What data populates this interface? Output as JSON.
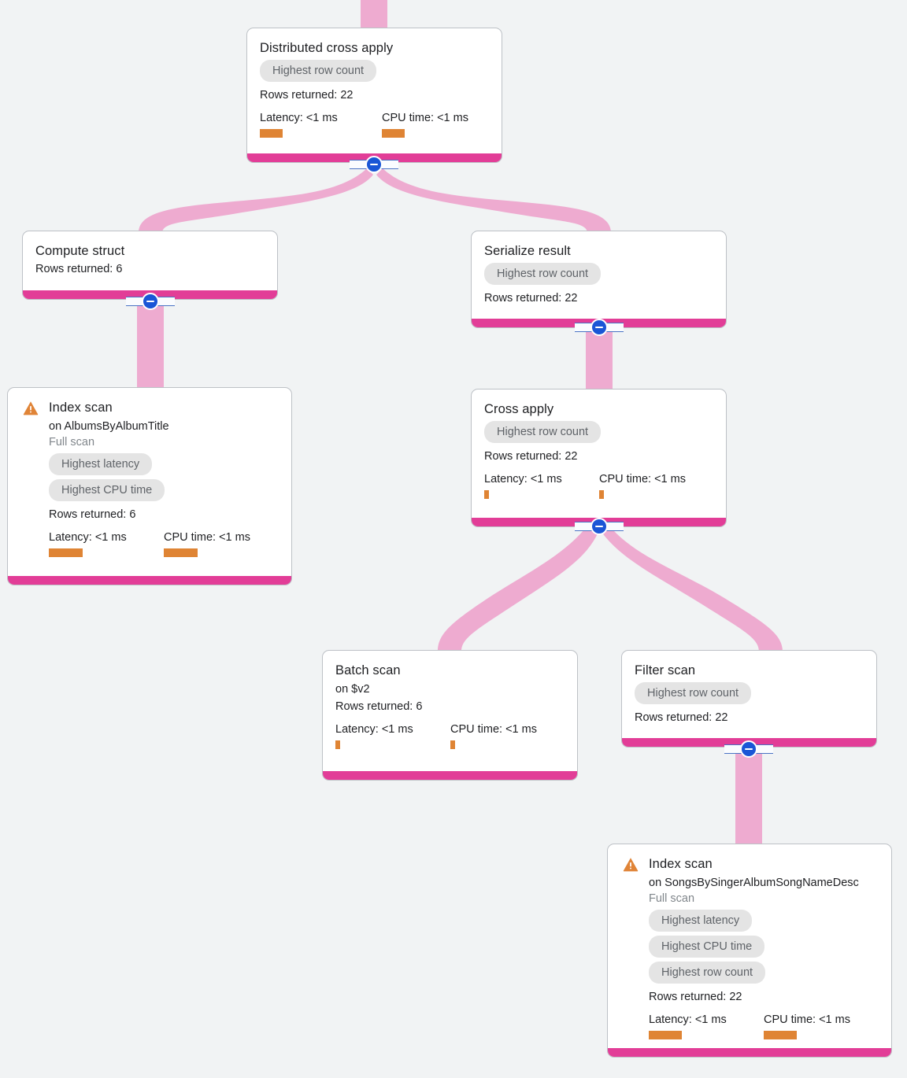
{
  "theme": {
    "background": "#f1f3f4",
    "card_bg": "#ffffff",
    "card_border": "#bdc1c6",
    "accent_footer": "#e23d97",
    "edge_ribbon": "#eeabd0",
    "metric_bar": "#df8434",
    "badge_bg": "#e4e4e4",
    "badge_text": "#5f6368",
    "toggle_fill": "#1a56d6",
    "warning_icon": "#e08437"
  },
  "labels": {
    "rows_returned_prefix": "Rows returned: ",
    "latency_prefix": "Latency: ",
    "cpu_prefix": "CPU time: ",
    "on_prefix": "on ",
    "toggle_icon": "minus-circle-icon",
    "warning_icon_name": "warning-triangle-icon"
  },
  "nodes": [
    {
      "id": "distributed-cross-apply",
      "title": "Distributed cross apply",
      "subtitle": null,
      "scan_type": null,
      "badges": [
        "Highest row count"
      ],
      "rows_returned": "Rows returned: 22",
      "latency": "Latency: <1 ms",
      "cpu_time": "CPU time: <1 ms",
      "latency_bar_width": 29,
      "cpu_bar_width": 29,
      "warning": false,
      "has_toggle": true
    },
    {
      "id": "compute-struct",
      "title": "Compute struct",
      "subtitle": null,
      "scan_type": null,
      "badges": [],
      "rows_returned": "Rows returned: 6",
      "latency": null,
      "cpu_time": null,
      "warning": false,
      "has_toggle": true
    },
    {
      "id": "serialize-result",
      "title": "Serialize result",
      "subtitle": null,
      "scan_type": null,
      "badges": [
        "Highest row count"
      ],
      "rows_returned": "Rows returned: 22",
      "latency": null,
      "cpu_time": null,
      "warning": false,
      "has_toggle": true
    },
    {
      "id": "index-scan-albums",
      "title": "Index scan",
      "subtitle": "on AlbumsByAlbumTitle",
      "scan_type": "Full scan",
      "badges": [
        "Highest latency",
        "Highest CPU time"
      ],
      "rows_returned": "Rows returned: 6",
      "latency": "Latency: <1 ms",
      "cpu_time": "CPU time: <1 ms",
      "latency_bar_width": 43,
      "cpu_bar_width": 43,
      "warning": true,
      "has_toggle": false
    },
    {
      "id": "cross-apply",
      "title": "Cross apply",
      "subtitle": null,
      "scan_type": null,
      "badges": [
        "Highest row count"
      ],
      "rows_returned": "Rows returned: 22",
      "latency": "Latency: <1 ms",
      "cpu_time": "CPU time: <1 ms",
      "latency_bar_width": 6,
      "cpu_bar_width": 6,
      "warning": false,
      "has_toggle": true
    },
    {
      "id": "batch-scan",
      "title": "Batch scan",
      "subtitle": "on $v2",
      "scan_type": null,
      "badges": [],
      "rows_returned": "Rows returned: 6",
      "latency": "Latency: <1 ms",
      "cpu_time": "CPU time: <1 ms",
      "latency_bar_width": 6,
      "cpu_bar_width": 6,
      "warning": false,
      "has_toggle": false
    },
    {
      "id": "filter-scan",
      "title": "Filter scan",
      "subtitle": null,
      "scan_type": null,
      "badges": [
        "Highest row count"
      ],
      "rows_returned": "Rows returned: 22",
      "latency": null,
      "cpu_time": null,
      "warning": false,
      "has_toggle": true
    },
    {
      "id": "index-scan-songs",
      "title": "Index scan",
      "subtitle": "on SongsBySingerAlbumSongNameDesc",
      "scan_type": "Full scan",
      "badges": [
        "Highest latency",
        "Highest CPU time",
        "Highest row count"
      ],
      "rows_returned": "Rows returned: 22",
      "latency": "Latency: <1 ms",
      "cpu_time": "CPU time: <1 ms",
      "latency_bar_width": 42,
      "cpu_bar_width": 42,
      "warning": true,
      "has_toggle": true
    }
  ]
}
